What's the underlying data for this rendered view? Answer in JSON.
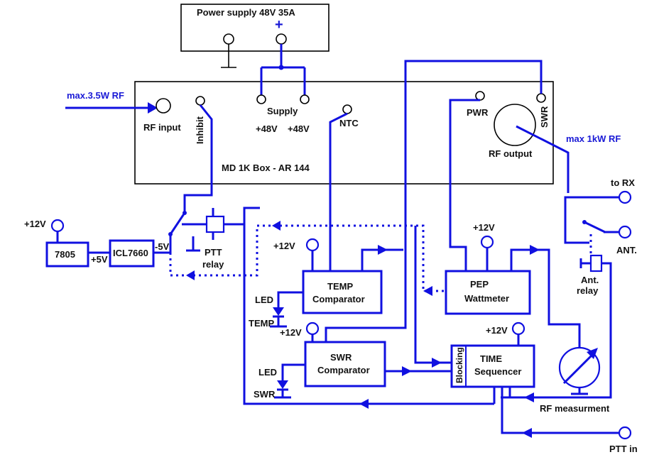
{
  "labels": {
    "power_supply": "Power supply 48V 35A",
    "plus": "+",
    "supply": "Supply",
    "v48a": "+48V",
    "v48b": "+48V",
    "max_in": "max.3.5W RF",
    "rf_input": "RF input",
    "inhibit": "Inhibit",
    "ntc": "NTC",
    "pwr": "PWR",
    "swr_port": "SWR",
    "rf_output": "RF output",
    "max_out": "max 1kW RF",
    "md_box": "MD 1K Box - AR 144",
    "to_rx": "to RX",
    "ant": "ANT.",
    "ant_relay_1": "Ant.",
    "ant_relay_2": "relay",
    "v12_left": "+12V",
    "reg_7805": "7805",
    "v5": "+5V",
    "icl": "ICL7660",
    "vm5": "-5V",
    "ptt_relay_1": "PTT",
    "ptt_relay_2": "relay",
    "v12_temp": "+12V",
    "temp_1": "TEMP",
    "temp_2": "Comparator",
    "led_temp": "LED",
    "temp_led": "TEMP",
    "v12_swr": "+12V",
    "swr_1": "SWR",
    "swr_2": "Comparator",
    "led_swr": "LED",
    "swr_led": "SWR",
    "v12_pep": "+12V",
    "pep_1": "PEP",
    "pep_2": "Wattmeter",
    "v12_time": "+12V",
    "time_1": "TIME",
    "time_2": "Sequencer",
    "blocking": "Blocking",
    "rf_meas": "RF measurment",
    "ptt_in": "PTT in"
  }
}
